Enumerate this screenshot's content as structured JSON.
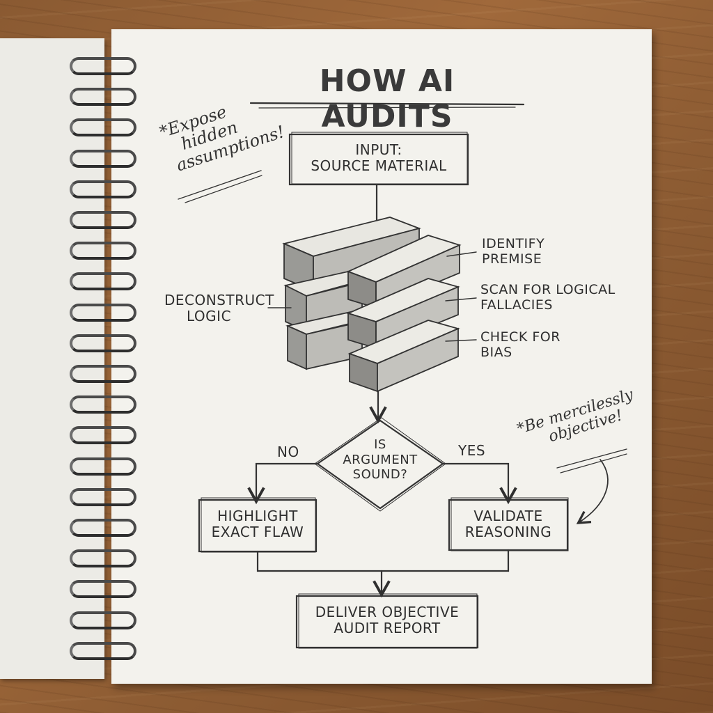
{
  "title": "HOW AI AUDITS",
  "notes": {
    "left": [
      "*Expose",
      "hidden",
      "assumptions!"
    ],
    "right": [
      "*Be mercilessly",
      "objective!"
    ]
  },
  "nodes": {
    "input": [
      "INPUT:",
      "SOURCE MATERIAL"
    ],
    "deconstruct": [
      "DECONSTRUCT",
      "LOGIC"
    ],
    "identify": [
      "IDENTIFY",
      "PREMISE"
    ],
    "scan": [
      "SCAN FOR LOGICAL",
      "FALLACIES"
    ],
    "bias": [
      "CHECK FOR",
      "BIAS"
    ],
    "decision": [
      "IS",
      "ARGUMENT",
      "SOUND?"
    ],
    "no": "NO",
    "yes": "YES",
    "highlight": [
      "HIGHLIGHT",
      "EXACT FLAW"
    ],
    "validate": [
      "VALIDATE",
      "REASONING"
    ],
    "deliver": [
      "DELIVER OBJECTIVE",
      "AUDIT REPORT"
    ]
  }
}
